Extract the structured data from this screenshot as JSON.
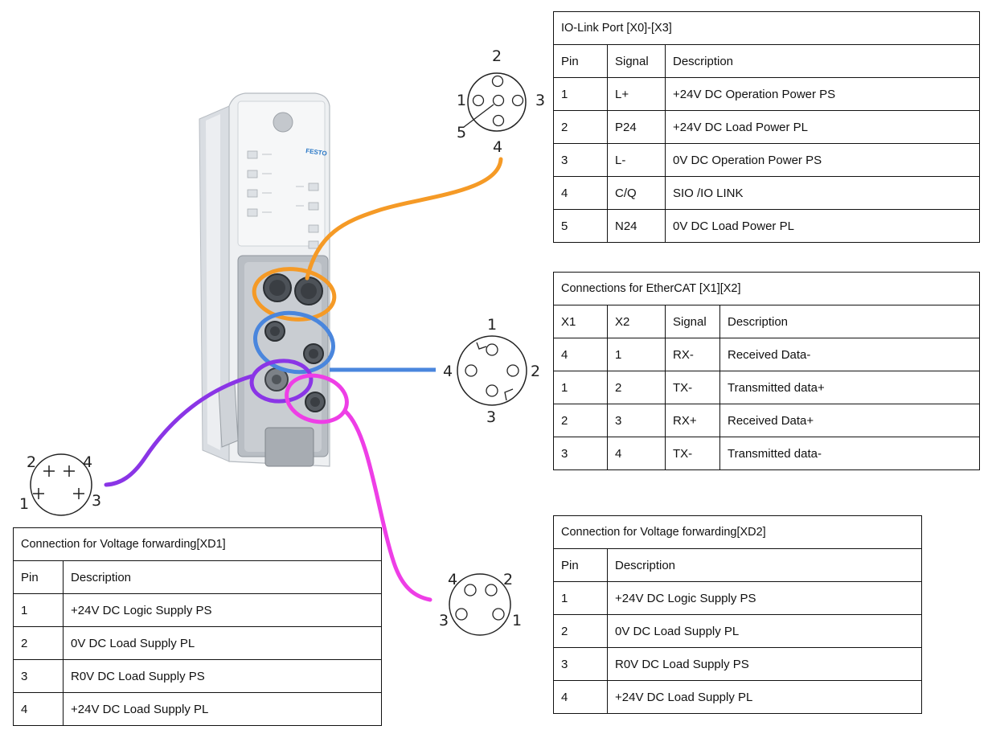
{
  "colors": {
    "io_link": "#f59a26",
    "ethercat": "#4a86dd",
    "xd1": "#8a35e6",
    "xd2": "#ee3ee6"
  },
  "device": {
    "brand_logo": "FESTO"
  },
  "io_link": {
    "title": "IO-Link Port [X0]-[X3]",
    "headers": [
      "Pin",
      "Signal",
      "Description"
    ],
    "rows": [
      [
        "1",
        "L+",
        "+24V DC Operation Power PS"
      ],
      [
        "2",
        "P24",
        "+24V DC Load Power PL"
      ],
      [
        "3",
        "L-",
        "0V DC Operation Power PS"
      ],
      [
        "4",
        "C/Q",
        "SIO /IO LINK"
      ],
      [
        "5",
        "N24",
        "0V DC Load Power  PL"
      ]
    ],
    "pin_labels": [
      "1",
      "2",
      "3",
      "4",
      "5"
    ]
  },
  "ethercat": {
    "title": "Connections for EtherCAT [X1][X2]",
    "headers": [
      "X1",
      "X2",
      "Signal",
      "Description"
    ],
    "rows": [
      [
        "4",
        "1",
        "RX-",
        "Received Data-"
      ],
      [
        "1",
        "2",
        "TX-",
        "Transmitted data+"
      ],
      [
        "2",
        "3",
        "RX+",
        "Received Data+"
      ],
      [
        "3",
        "4",
        "TX-",
        "Transmitted data-"
      ]
    ],
    "pin_labels": [
      "1",
      "2",
      "3",
      "4"
    ]
  },
  "xd1": {
    "title": "Connection for Voltage forwarding[XD1]",
    "headers": [
      "Pin",
      "Description"
    ],
    "rows": [
      [
        "1",
        "+24V DC Logic Supply PS"
      ],
      [
        "2",
        "0V DC Load Supply PL"
      ],
      [
        "3",
        "R0V DC Load Supply PS"
      ],
      [
        "4",
        "+24V DC Load Supply PL"
      ]
    ],
    "pin_labels": [
      "1",
      "2",
      "3",
      "4"
    ]
  },
  "xd2": {
    "title": "Connection for Voltage forwarding[XD2]",
    "headers": [
      "Pin",
      "Description"
    ],
    "rows": [
      [
        "1",
        "+24V DC Logic Supply PS"
      ],
      [
        "2",
        "0V DC Load Supply PL"
      ],
      [
        "3",
        "R0V DC Load Supply PS"
      ],
      [
        "4",
        "+24V DC Load Supply PL"
      ]
    ],
    "pin_labels": [
      "1",
      "2",
      "3",
      "4"
    ]
  }
}
